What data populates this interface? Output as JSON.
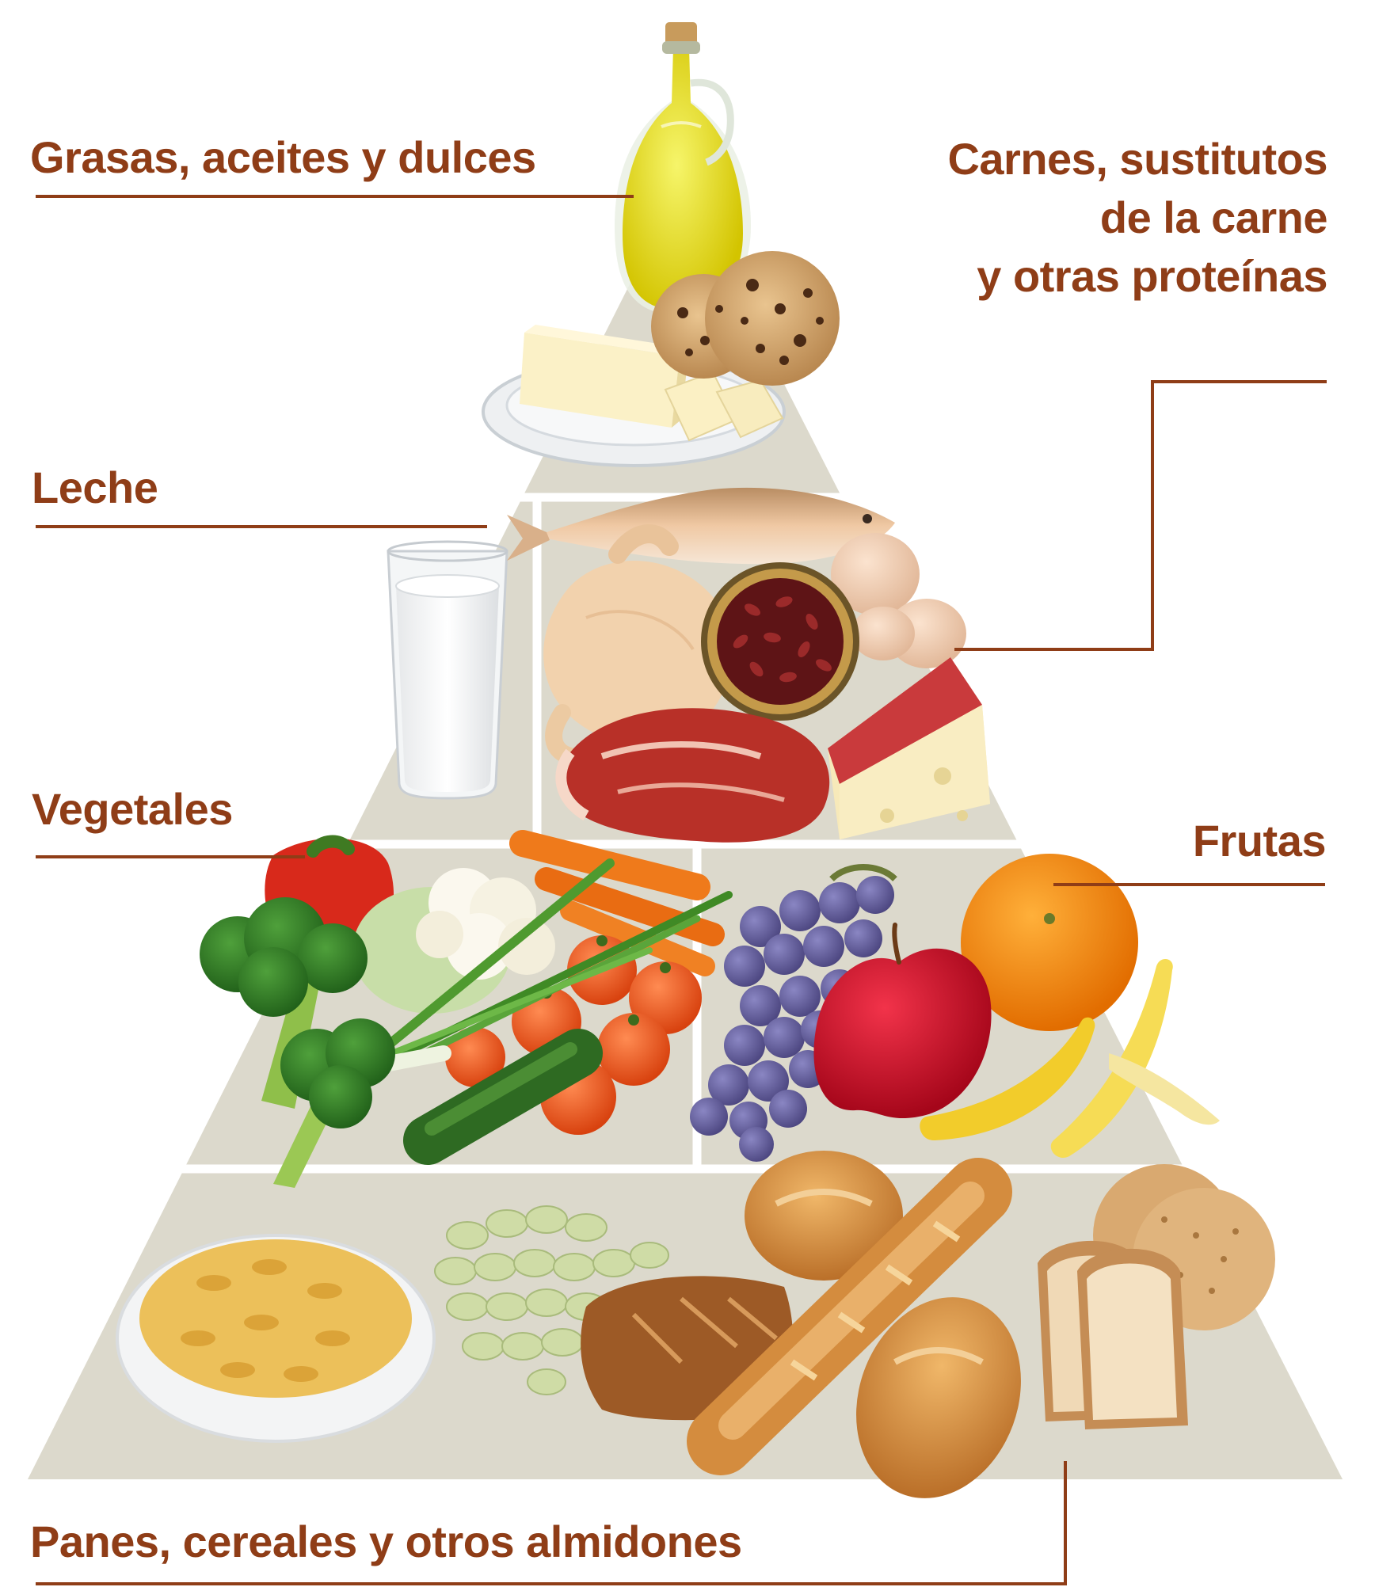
{
  "labels": {
    "fats": "Grasas, aceites y dulces",
    "meats": [
      "Carnes, sustitutos",
      "de la carne",
      "y otras proteínas"
    ],
    "milk": "Leche",
    "vegetables": "Vegetales",
    "fruits": "Frutas",
    "grains": "Panes, cereales y otros almidones"
  },
  "colors": {
    "label_text": "#8f3d17",
    "leader_line": "#8f3d17",
    "pyramid_fill": "#dcd9cc",
    "divider": "#ffffff"
  },
  "icons": {
    "fats": [
      "olive-oil-bottle-icon",
      "cookies-icon",
      "butter-icon"
    ],
    "milk": [
      "milk-glass-icon"
    ],
    "meats": [
      "fish-icon",
      "chicken-icon",
      "beans-bowl-icon",
      "eggs-icon",
      "steak-icon",
      "cheese-icon"
    ],
    "vegetables": [
      "bell-pepper-icon",
      "cauliflower-icon",
      "carrots-icon",
      "broccoli-icon",
      "green-onion-icon",
      "tomatoes-icon",
      "cucumber-icon"
    ],
    "fruits": [
      "grapes-icon",
      "orange-icon",
      "apple-icon",
      "banana-icon"
    ],
    "grains": [
      "cereal-bowl-icon",
      "lima-beans-icon",
      "bread-loaf-icon",
      "baguette-icon",
      "bread-roll-icon",
      "sliced-bread-icon",
      "crackers-icon"
    ]
  }
}
